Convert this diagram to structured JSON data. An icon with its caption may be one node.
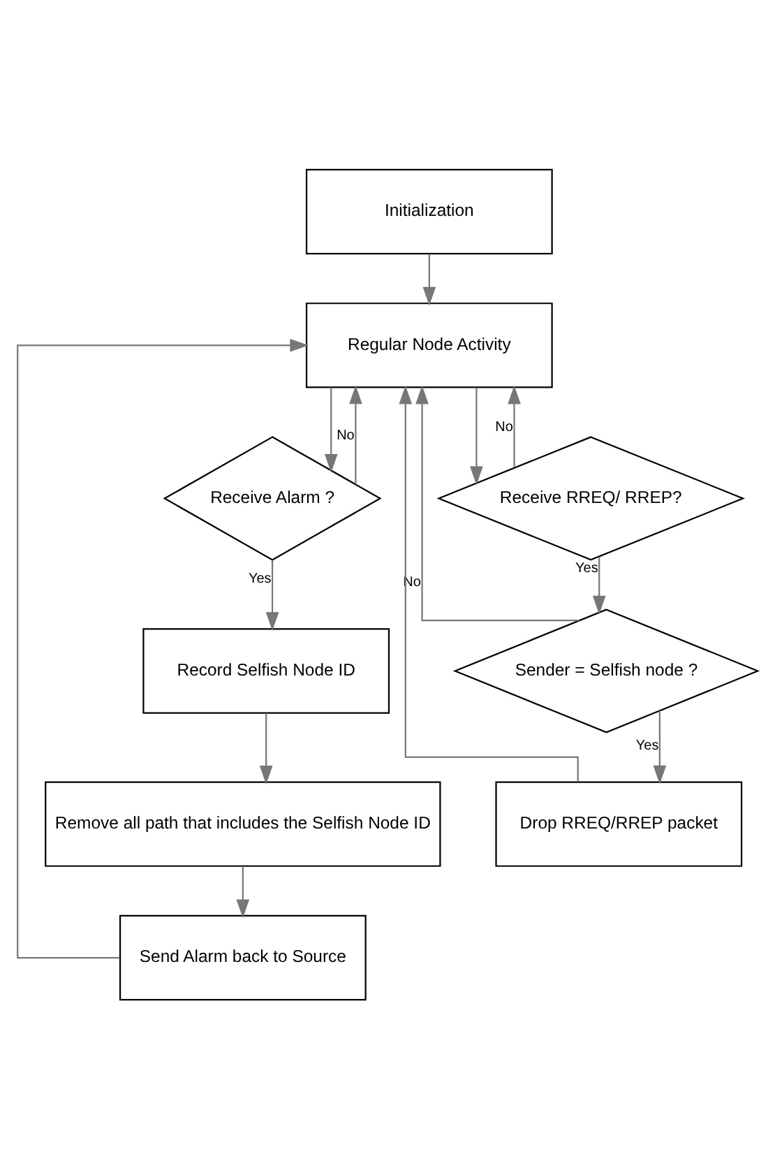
{
  "diagram": {
    "nodes": [
      {
        "text": [
          "Initialization"
        ]
      },
      {
        "text": [
          "Regular Node Activity"
        ]
      },
      {
        "text": [
          "Receive Alarm ?"
        ]
      },
      {
        "text": [
          "Receive RREQ/ RREP?"
        ]
      },
      {
        "text": [
          "Record Selfish Node ID"
        ]
      },
      {
        "text": [
          "Sender = Selfish node ?"
        ]
      },
      {
        "text": [
          "Remove all path that includes the Selfish Node ID"
        ]
      },
      {
        "text": [
          "Drop RREQ/RREP packet"
        ]
      },
      {
        "text": [
          "Send Alarm back to Source"
        ]
      }
    ],
    "edges": [
      {
        "from": 0,
        "to": 1,
        "arrow": "to"
      },
      {
        "from": 1,
        "to": 2,
        "arrow": "to"
      },
      {
        "from": 1,
        "to": 3,
        "arrow": "to"
      },
      {
        "from": 2,
        "to": 1,
        "arrow": "to",
        "label": "No"
      },
      {
        "from": 2,
        "to": 4,
        "arrow": "to",
        "label": "Yes"
      },
      {
        "from": 3,
        "to": 1,
        "arrow": "to",
        "label": "No"
      },
      {
        "from": 3,
        "to": 5,
        "arrow": "to",
        "label": "Yes"
      },
      {
        "from": 5,
        "to": 1,
        "arrow": "to",
        "label": "No"
      },
      {
        "from": 5,
        "to": 7,
        "arrow": "to",
        "label": "Yes"
      },
      {
        "from": 4,
        "to": 6,
        "arrow": "to"
      },
      {
        "from": 6,
        "to": 8,
        "arrow": "to"
      },
      {
        "from": 7,
        "to": 1,
        "arrow": "to"
      },
      {
        "from": 8,
        "to": 1,
        "arrow": "to"
      }
    ]
  }
}
